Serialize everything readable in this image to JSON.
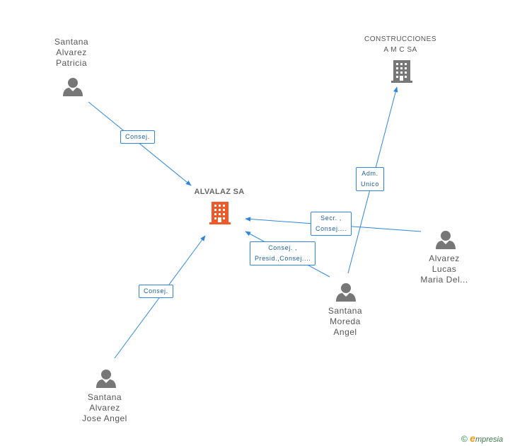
{
  "nodes": {
    "main": {
      "label": "ALVALAZ SA",
      "color": "#f05a28"
    },
    "company": {
      "line1": "CONSTRUCCIONES",
      "line2": "A M C SA",
      "color": "#777777"
    },
    "person_patricia": {
      "line1": "Santana",
      "line2": "Alvarez",
      "line3": "Patricia"
    },
    "person_jose": {
      "line1": "Santana",
      "line2": "Alvarez",
      "line3": "Jose Angel"
    },
    "person_moreda": {
      "line1": "Santana",
      "line2": "Moreda",
      "line3": "Angel"
    },
    "person_lucas": {
      "line1": "Alvarez",
      "line2": "Lucas",
      "line3": "Maria Del..."
    }
  },
  "edges": {
    "patricia_main": {
      "label": "Consej."
    },
    "jose_main": {
      "label": "Consej."
    },
    "lucas_main": {
      "line1": "Secr. ,",
      "line2": "Consej...."
    },
    "moreda_main": {
      "line1": "Consej. ,",
      "line2": "Presid.,Consej...."
    },
    "moreda_company": {
      "line1": "Adm.",
      "line2": "Unico"
    }
  },
  "colors": {
    "edge": "#2e86de",
    "person": "#777777",
    "accent": "#f05a28"
  },
  "footer": {
    "copyright": "©",
    "brand_e": "e",
    "brand_rest": "mpresia"
  }
}
